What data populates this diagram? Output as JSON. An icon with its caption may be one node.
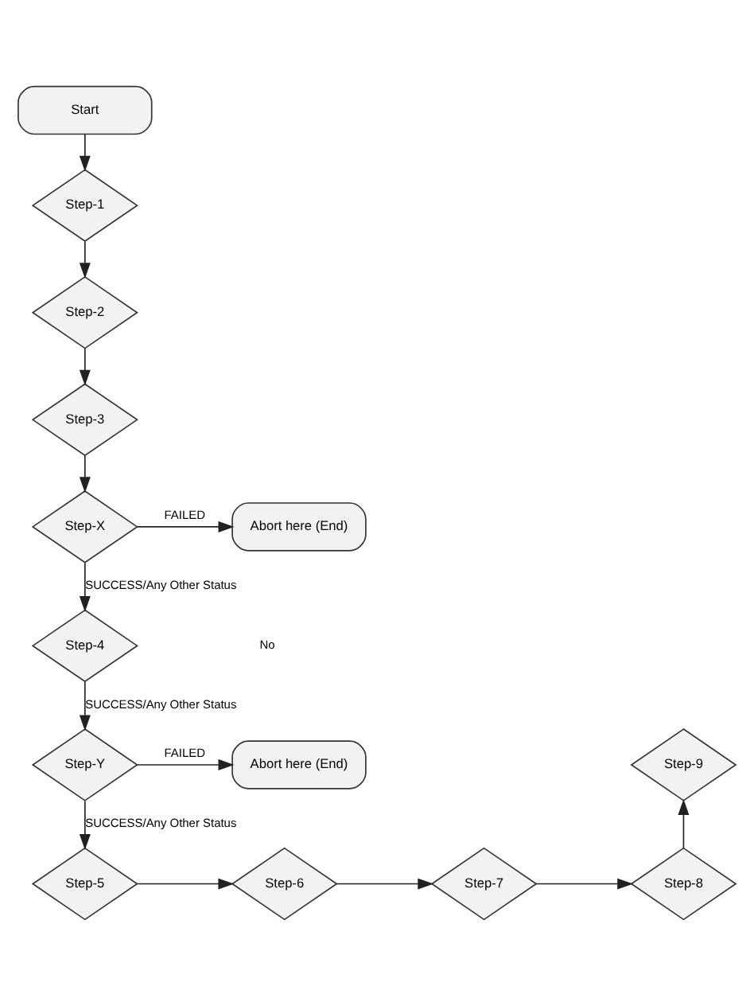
{
  "diagram": {
    "nodes": [
      {
        "text": [
          "Start"
        ]
      },
      {
        "text": [
          "Step-1"
        ]
      },
      {
        "text": [
          "Step-2"
        ]
      },
      {
        "text": [
          "Step-3"
        ]
      },
      {
        "text": [
          "Step-X"
        ]
      },
      {
        "text": [
          "Abort here (End)"
        ]
      },
      {
        "text": [
          "Step-4"
        ]
      },
      {
        "text": [
          "Step-Y"
        ]
      },
      {
        "text": [
          "Abort here (End)"
        ]
      },
      {
        "text": [
          "Step-5"
        ]
      },
      {
        "text": [
          "Step-6"
        ]
      },
      {
        "text": [
          "Step-7"
        ]
      },
      {
        "text": [
          "Step-8"
        ]
      },
      {
        "text": [
          "Step-9"
        ]
      }
    ],
    "edges": [
      {
        "from": 0,
        "to": 1,
        "arrow": "to"
      },
      {
        "from": 1,
        "to": 2,
        "arrow": "to"
      },
      {
        "from": 2,
        "to": 3,
        "arrow": "to"
      },
      {
        "from": 3,
        "to": 4,
        "arrow": "to"
      },
      {
        "from": 4,
        "to": 5,
        "arrow": "to",
        "label": "FAILED"
      },
      {
        "from": 4,
        "to": 6,
        "arrow": "to",
        "label": "SUCCESS/Any Other Status"
      },
      {
        "from": 6,
        "to": 7,
        "arrow": "to",
        "label": "SUCCESS/Any Other Status"
      },
      {
        "from": 7,
        "to": 8,
        "arrow": "to",
        "label": "FAILED"
      },
      {
        "from": 7,
        "to": 9,
        "arrow": "to",
        "label": "SUCCESS/Any Other Status"
      },
      {
        "from": 9,
        "to": 10,
        "arrow": "to"
      },
      {
        "from": 10,
        "to": 11,
        "arrow": "to"
      },
      {
        "from": 11,
        "to": 12,
        "arrow": "to"
      },
      {
        "from": 12,
        "to": 13,
        "arrow": "to"
      }
    ],
    "labels": [
      "No"
    ]
  }
}
